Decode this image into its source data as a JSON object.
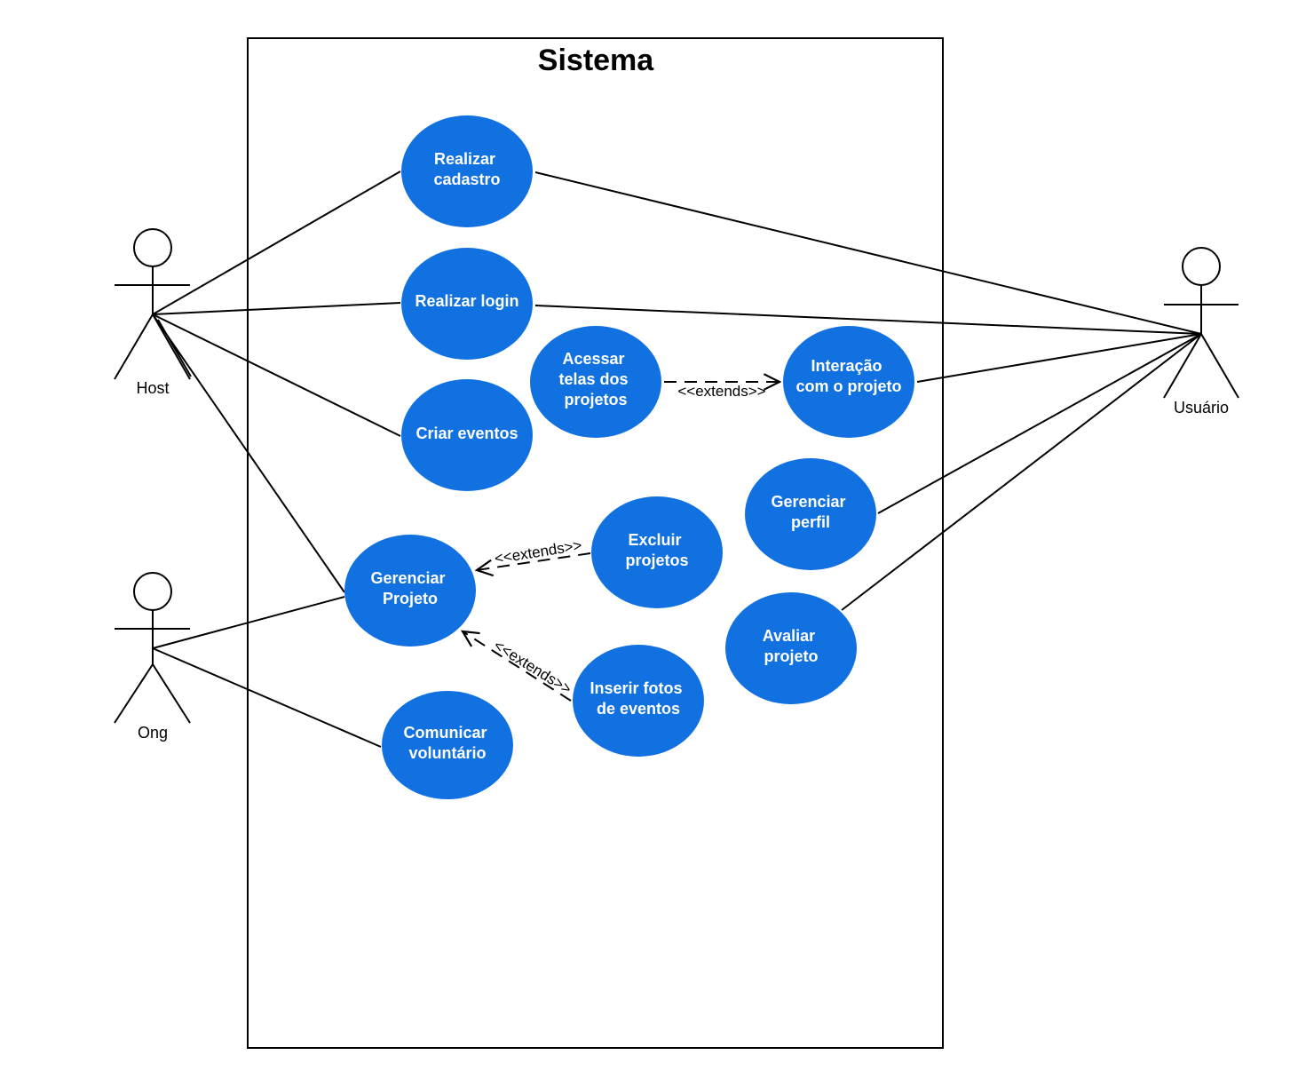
{
  "system": {
    "title": "Sistema"
  },
  "colors": {
    "use_case_fill": "#1271e0",
    "use_case_text": "#ffffff",
    "line": "#000000"
  },
  "actors": {
    "host": {
      "label": "Host"
    },
    "ong": {
      "label": "Ong"
    },
    "usuario": {
      "label": "Usuário"
    }
  },
  "use_cases": {
    "realizar_cadastro": {
      "lines": [
        "Realizar",
        "cadastro"
      ]
    },
    "realizar_login": {
      "lines": [
        "Realizar login"
      ]
    },
    "criar_eventos": {
      "lines": [
        "Criar eventos"
      ]
    },
    "acessar_telas": {
      "lines": [
        "Acessar",
        "telas dos",
        "projetos"
      ]
    },
    "interacao": {
      "lines": [
        "Interação",
        "com o projeto"
      ]
    },
    "gerenciar_perfil": {
      "lines": [
        "Gerenciar",
        "perfil"
      ]
    },
    "avaliar_projeto": {
      "lines": [
        "Avaliar",
        "projeto"
      ]
    },
    "gerenciar_projeto": {
      "lines": [
        "Gerenciar",
        "Projeto"
      ]
    },
    "excluir_projetos": {
      "lines": [
        "Excluir",
        "projetos"
      ]
    },
    "inserir_fotos": {
      "lines": [
        "Inserir fotos",
        "de eventos"
      ]
    },
    "comunicar_voluntario": {
      "lines": [
        "Comunicar",
        "voluntário"
      ]
    }
  },
  "relations": {
    "extends_acessar_interacao": "<<extends>>",
    "extends_excluir_gerenciar": "<<extends>>",
    "extends_inserir_gerenciar": "<<extends>>"
  }
}
